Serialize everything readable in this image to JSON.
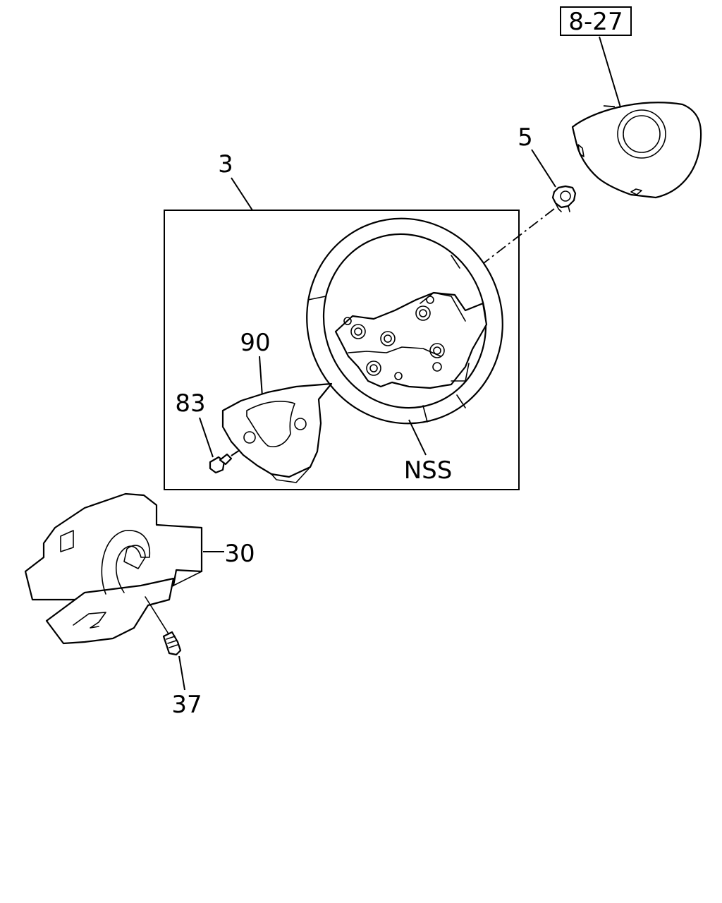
{
  "callouts": {
    "ref_8_27": "8-27",
    "part_5": "5",
    "part_3": "3",
    "part_90": "90",
    "part_83": "83",
    "part_nss": "NSS",
    "part_30": "30",
    "part_37": "37"
  },
  "icons": {
    "steering_wheel": "steering-wheel-icon",
    "airbag_module": "airbag-cover-icon",
    "horn_pad_cover": "cover-icon",
    "column_cover": "column-cover-icon",
    "screw": "screw-icon",
    "nut": "nut-icon"
  }
}
